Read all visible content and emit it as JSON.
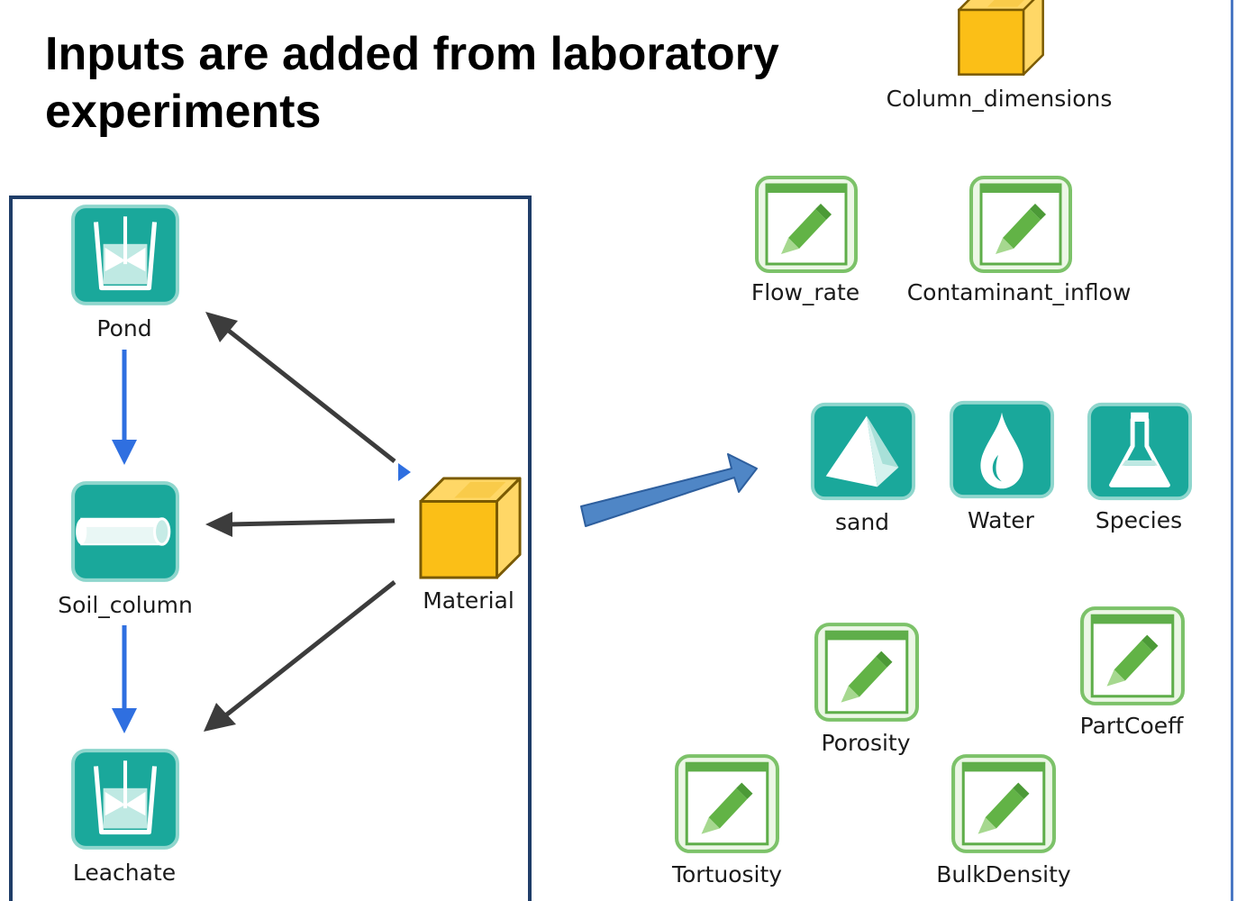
{
  "heading": {
    "line1": "Inputs are added from laboratory",
    "line2": "experiments"
  },
  "colors": {
    "teal": "#1aa89b",
    "teal_border": "#8fd6cd",
    "element_gold": "#fbbf17",
    "element_outline": "#7a5a00",
    "data_green": "#62b346",
    "data_border": "#7cc269",
    "flow_blue": "#2f6fe0",
    "influence_gray": "#3c3c3c",
    "transfer_arrow": "#4f86c6",
    "frame": "#1f3d68"
  },
  "model": {
    "cells": [
      {
        "label": "Pond",
        "icon": "cell-pond-icon"
      },
      {
        "label": "Soil_column",
        "icon": "soil-column-pipe-icon"
      },
      {
        "label": "Leachate",
        "icon": "cell-leachate-icon"
      }
    ],
    "material": {
      "label": "Material",
      "icon": "element-cube-icon"
    }
  },
  "inputs": {
    "column_dimensions": {
      "label": "Column_dimensions",
      "icon": "element-cube-icon"
    },
    "flow_rate": {
      "label": "Flow_rate",
      "icon": "data-edit-icon"
    },
    "contaminant_inflow": {
      "label": "Contaminant_inflow",
      "icon": "data-edit-icon"
    },
    "sand": {
      "label": "sand",
      "icon": "solid-pyramid-icon"
    },
    "water": {
      "label": "Water",
      "icon": "fluid-drop-icon"
    },
    "species": {
      "label": "Species",
      "icon": "species-flask-icon"
    },
    "porosity": {
      "label": "Porosity",
      "icon": "data-edit-icon"
    },
    "partcoeff": {
      "label": "PartCoeff",
      "icon": "data-edit-icon"
    },
    "tortuosity": {
      "label": "Tortuosity",
      "icon": "data-edit-icon"
    },
    "bulkdensity": {
      "label": "BulkDensity",
      "icon": "data-edit-icon"
    }
  }
}
